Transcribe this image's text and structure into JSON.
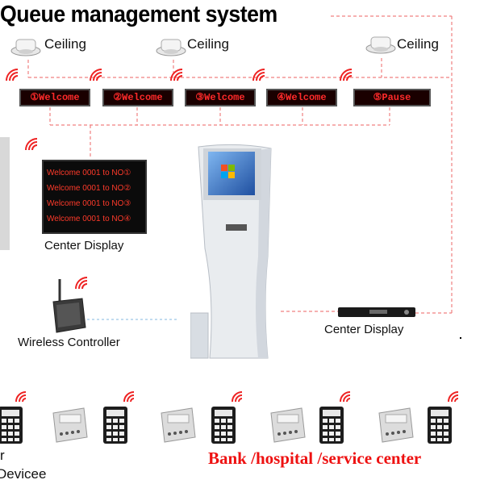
{
  "title": "Queue management system",
  "ceilings": [
    {
      "label": "Ceiling"
    },
    {
      "label": "Ceiling"
    },
    {
      "label": "Ceiling"
    }
  ],
  "counter_displays": [
    {
      "text": "①Welcome"
    },
    {
      "text": "②Welcome"
    },
    {
      "text": "③Welcome"
    },
    {
      "text": "④Welcome"
    },
    {
      "text": "⑤Pause"
    }
  ],
  "center_display_big": {
    "rows": [
      "Welcome 0001 to NO①",
      "Welcome 0001 to NO②",
      "Welcome 0001 to NO③",
      "Welcome 0001 to NO④"
    ],
    "label": "Center Display"
  },
  "wireless_controller": {
    "label": "Wireless Controller"
  },
  "center_display_small": {
    "label": "Center Display"
  },
  "bottom_caption": "Bank /hospital /service center",
  "left_cut_text_1": "r",
  "left_cut_text_2": "Devicee",
  "colors": {
    "led_text": "#ff2a2a",
    "dashed_line": "#f08080",
    "caption": "#ee1111",
    "wifi": "#ee2222"
  }
}
